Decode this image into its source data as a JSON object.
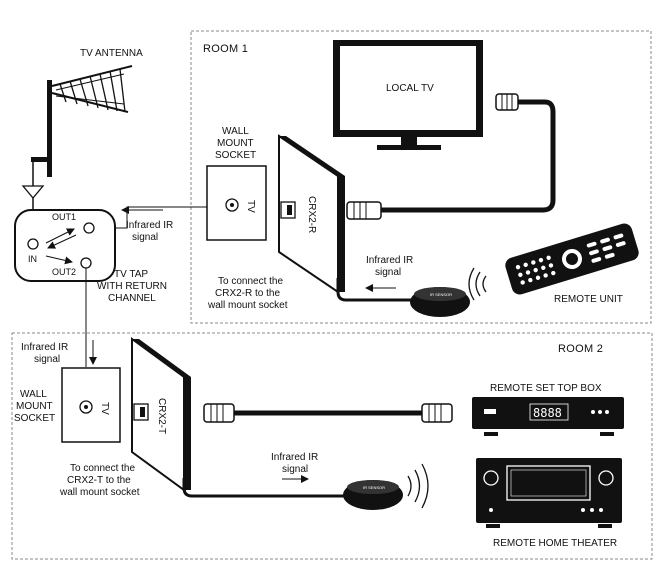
{
  "labels": {
    "tv_antenna": "TV ANTENNA",
    "room1": "ROOM 1",
    "room2": "ROOM 2",
    "local_tv": "LOCAL TV",
    "wall_mount_socket_1": [
      "WALL",
      "MOUNT",
      "SOCKET"
    ],
    "wall_mount_socket_2": [
      "WALL",
      "MOUNT",
      "SOCKET"
    ],
    "socket_tv_1": "TV",
    "socket_tv_2": "TV",
    "crx2r": "CRX2-R",
    "crx2t": "CRX2-T",
    "out1": "OUT1",
    "out2": "OUT2",
    "in": "IN",
    "ir_signal_1": [
      "Infrared IR",
      "signal"
    ],
    "ir_signal_2": [
      "Infrared IR",
      "signal"
    ],
    "ir_signal_3": [
      "Infrared IR",
      "signal"
    ],
    "ir_signal_4": [
      "Infrared IR",
      "signal"
    ],
    "tv_tap": [
      "TV TAP",
      "WITH RETURN",
      "CHANNEL"
    ],
    "connect_r": [
      "To connect the",
      "CRX2-R to the",
      "wall mount socket"
    ],
    "connect_t": [
      "To connect the",
      "CRX2-T to the",
      "wall mount socket"
    ],
    "ir_sensor_1": "IR SENSOR",
    "ir_sensor_2": "IR SENSOR",
    "remote_unit": "REMOTE UNIT",
    "remote_stb": "REMOTE SET TOP BOX",
    "stb_display": "8888",
    "remote_home_theater": "REMOTE HOME THEATER"
  },
  "colors": {
    "ink": "#111111",
    "room_border": "#888888",
    "background": "#ffffff"
  },
  "icons": [
    "antenna-icon",
    "tv-icon",
    "remote-control-icon",
    "set-top-box-icon",
    "home-theater-icon",
    "ir-sensor-icon",
    "coax-plug-icon",
    "ir-waves-icon"
  ]
}
